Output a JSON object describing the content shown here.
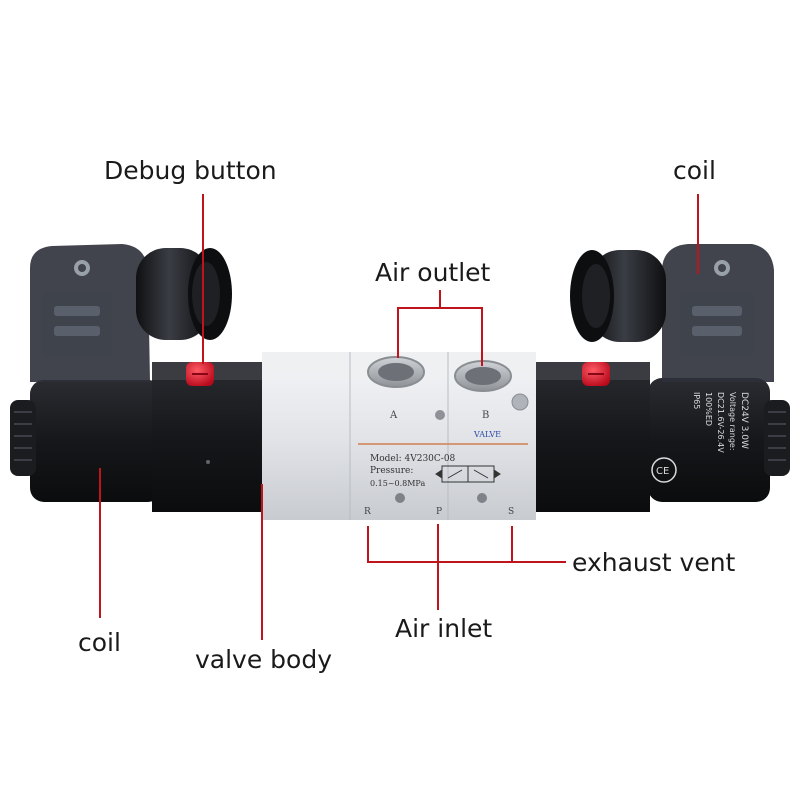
{
  "labels": {
    "debug_button": "Debug button",
    "coil_top_right": "coil",
    "air_outlet": "Air outlet",
    "exhaust_vent": "exhaust vent",
    "air_inlet": "Air inlet",
    "coil_bottom_left": "coil",
    "valve_body": "valve body"
  },
  "valve_markings": {
    "port_a": "A",
    "port_b": "B",
    "brand": "VALVE",
    "model": "Model: 4V230C-08",
    "pressure_label": "Pressure:",
    "pressure_range": "0.15~0.8MPa",
    "port_r": "R",
    "port_p": "P",
    "port_s": "S"
  },
  "coil_markings": {
    "voltage": "DC24V 3.0W",
    "voltage_range_label": "Voltage range:",
    "voltage_range": "DC21.6V-26.4V",
    "duty": "100%ED",
    "ip": "IP65",
    "ce": "CE"
  },
  "colors": {
    "leader_line": "#c0141c",
    "body_silver": "#e4e6e9",
    "coil_black": "#141518",
    "button_red": "#d8102a",
    "model_line": "#d08050",
    "brand_blue": "#2a4aa8"
  }
}
